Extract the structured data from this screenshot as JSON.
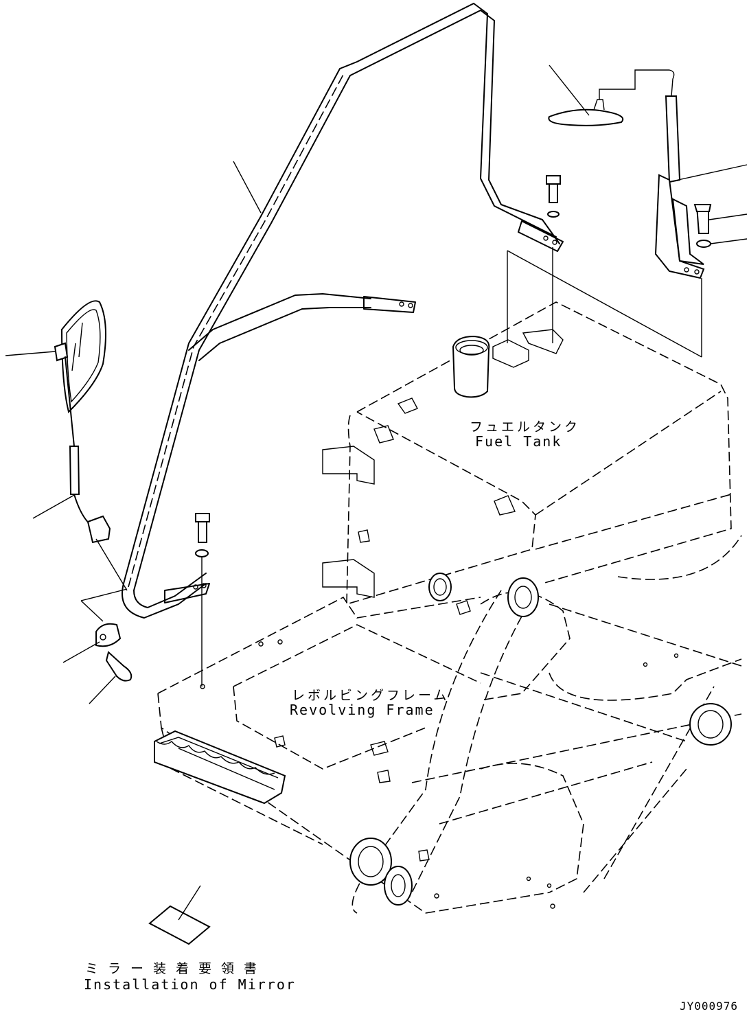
{
  "labels": {
    "fuel_tank_jp": "フュエルタンク",
    "fuel_tank_en": "Fuel Tank",
    "revolving_frame_jp": "レボルビングフレーム",
    "revolving_frame_en": "Revolving Frame",
    "manual_jp": "ミラー装着要領書",
    "manual_en": "Installation of Mirror",
    "drawing_code": "JY000976"
  }
}
